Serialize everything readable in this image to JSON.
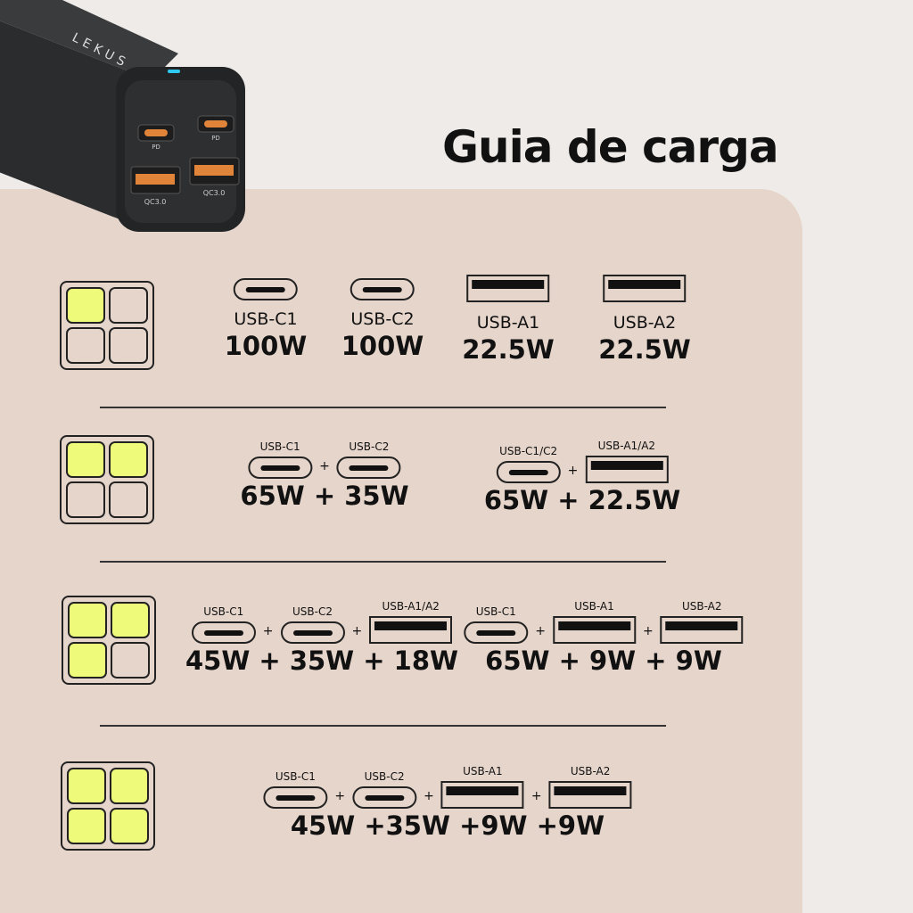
{
  "title": "Guia de carga",
  "product": {
    "brand": "LEKUS",
    "wattage": "100W",
    "port_marks": [
      "PD",
      "PD",
      "QC3.0",
      "QC3.0"
    ]
  },
  "colors": {
    "background": "#efebe8",
    "card": "#e6d5cb",
    "active_port": "#eefa7a"
  },
  "rows": [
    {
      "active": [
        true,
        false,
        false,
        false
      ],
      "singles": [
        {
          "type": "c",
          "label": "USB-C1",
          "power": "100W"
        },
        {
          "type": "c",
          "label": "USB-C2",
          "power": "100W"
        },
        {
          "type": "a",
          "label": "USB-A1",
          "power": "22.5W"
        },
        {
          "type": "a",
          "label": "USB-A2",
          "power": "22.5W"
        }
      ]
    },
    {
      "active": [
        true,
        true,
        false,
        false
      ],
      "combos": [
        {
          "ports": [
            {
              "type": "c",
              "label": "USB-C1"
            },
            {
              "type": "c",
              "label": "USB-C2"
            }
          ],
          "power": "65W + 35W"
        },
        {
          "ports": [
            {
              "type": "c",
              "label": "USB-C1/C2"
            },
            {
              "type": "a",
              "label": "USB-A1/A2"
            }
          ],
          "power": "65W + 22.5W"
        }
      ]
    },
    {
      "active": [
        true,
        true,
        true,
        false
      ],
      "combos": [
        {
          "ports": [
            {
              "type": "c",
              "label": "USB-C1"
            },
            {
              "type": "c",
              "label": "USB-C2"
            },
            {
              "type": "a",
              "label": "USB-A1/A2"
            }
          ],
          "power": "45W + 35W + 18W"
        },
        {
          "ports": [
            {
              "type": "c",
              "label": "USB-C1"
            },
            {
              "type": "a",
              "label": "USB-A1"
            },
            {
              "type": "a",
              "label": "USB-A2"
            }
          ],
          "power": "65W + 9W + 9W"
        }
      ]
    },
    {
      "active": [
        true,
        true,
        true,
        true
      ],
      "combos": [
        {
          "ports": [
            {
              "type": "c",
              "label": "USB-C1"
            },
            {
              "type": "c",
              "label": "USB-C2"
            },
            {
              "type": "a",
              "label": "USB-A1"
            },
            {
              "type": "a",
              "label": "USB-A2"
            }
          ],
          "power": "45W +35W +9W +9W"
        }
      ]
    }
  ],
  "plus": "+"
}
